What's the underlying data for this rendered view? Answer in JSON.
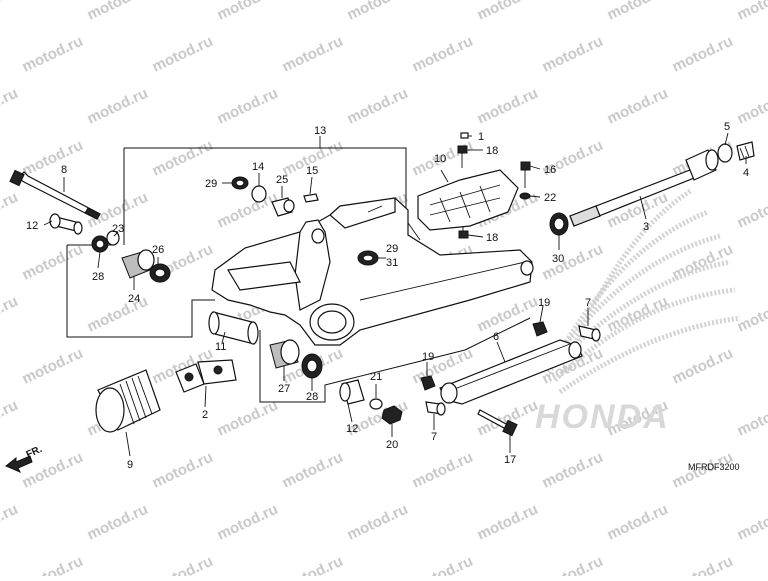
{
  "watermark": "motod.ru",
  "diagram_code": "MFRDF3200",
  "front_marker": "FR.",
  "brand_logo": "HONDA",
  "callouts": {
    "c1": "1",
    "c2": "2",
    "c3": "3",
    "c4": "4",
    "c5": "5",
    "c6": "6",
    "c7a": "7",
    "c7b": "7",
    "c8": "8",
    "c9": "9",
    "c10": "10",
    "c11": "11",
    "c12a": "12",
    "c12b": "12",
    "c13": "13",
    "c14": "14",
    "c15": "15",
    "c16": "16",
    "c17": "17",
    "c18a": "18",
    "c18b": "18",
    "c19a": "19",
    "c19b": "19",
    "c20": "20",
    "c21": "21",
    "c22": "22",
    "c23": "23",
    "c24": "24",
    "c25": "25",
    "c26": "26",
    "c27": "27",
    "c28a": "28",
    "c28b": "28",
    "c29a": "29",
    "c29b": "29",
    "c30": "30",
    "c31": "31"
  },
  "colors": {
    "line": "#111111",
    "watermark": "#c9c9c9",
    "logo": "#d2d2d2"
  }
}
